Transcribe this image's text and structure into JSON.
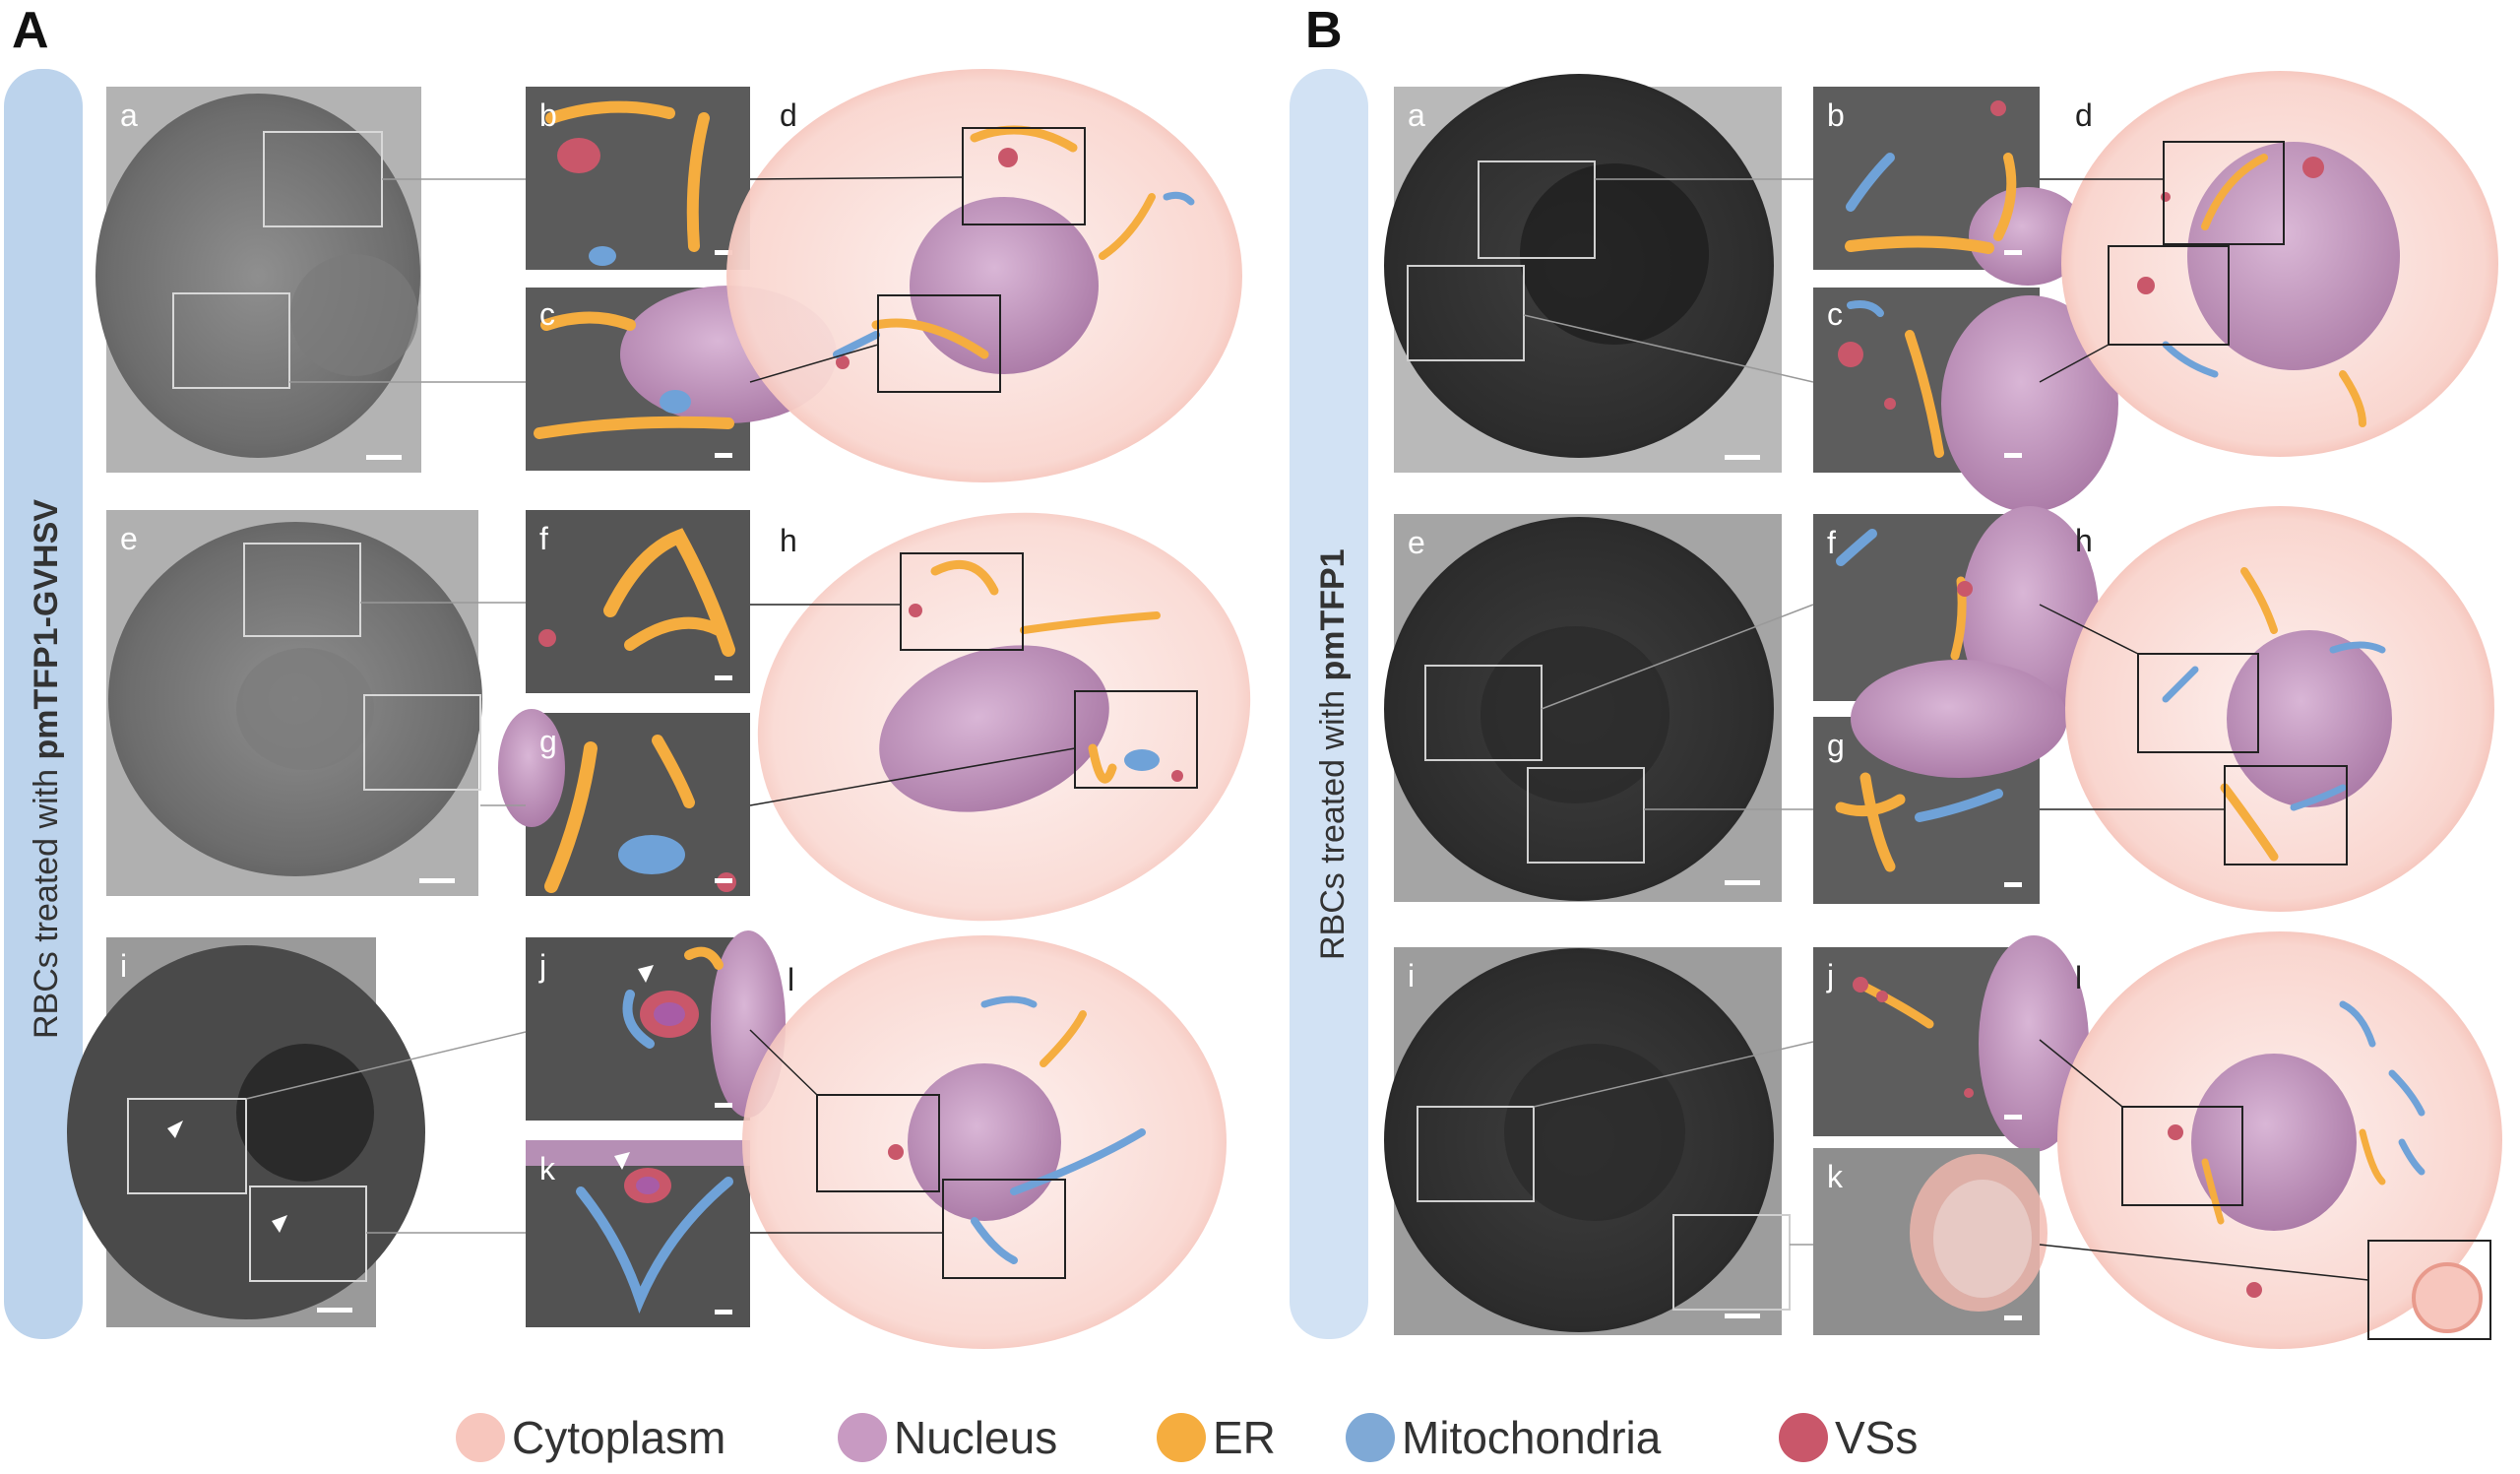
{
  "figure": {
    "panel_A_letter": "A",
    "panel_B_letter": "B",
    "panel_A_side_prefix": "RBCs treated with ",
    "panel_A_side_bold": "pmTFP1-GVHSV",
    "panel_B_side_prefix": "RBCs treated with ",
    "panel_B_side_bold": "pmTFP1",
    "sublabels": [
      "a",
      "b",
      "c",
      "d",
      "e",
      "f",
      "g",
      "h",
      "i",
      "j",
      "k",
      "l"
    ]
  },
  "legend": [
    {
      "label": "Cytoplasm",
      "color": "#f7c6bd"
    },
    {
      "label": "Nucleus",
      "color": "#c89ac2"
    },
    {
      "label": "ER",
      "color": "#f5ad3f"
    },
    {
      "label": "Mitochondria",
      "color": "#7fa9d6"
    },
    {
      "label": "VSs",
      "color": "#c9576a"
    }
  ],
  "colors": {
    "side_bar": "#bcd3ec",
    "cytoplasm": "#f7c6bd",
    "nucleus": "#c89ac2",
    "er": "#f5ad3f",
    "mito": "#6fa2d8",
    "vs": "#c9576a"
  }
}
